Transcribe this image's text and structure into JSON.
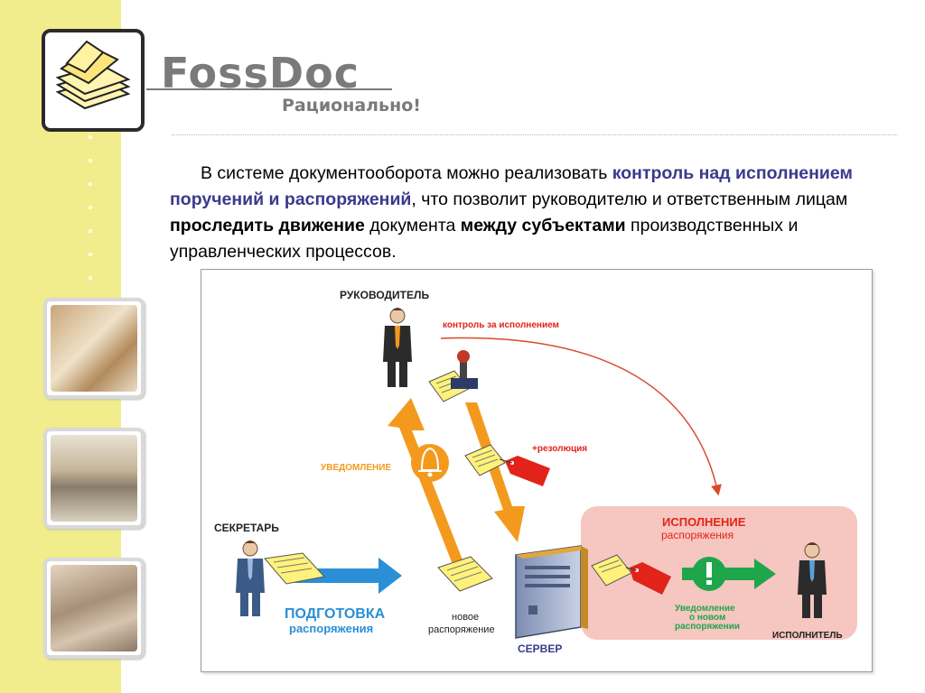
{
  "brand": {
    "name": "FossDoc",
    "slogan": "Рационально!"
  },
  "intro": {
    "p1": "В системе документооборота можно реализовать ",
    "h1": "контроль над исполнением поручений и распоряжений",
    "p2": ", что позволит руководителю и ответственным лицам ",
    "b1": "проследить движение",
    "p3": " документа ",
    "b2": "между субъектами",
    "p4": " производственных и управленческих процессов."
  },
  "diagram": {
    "manager": "РУКОВОДИТЕЛЬ",
    "control": "контроль за исполнением",
    "notice": "УВЕДОМЛЕНИЕ",
    "resolution": "+резолюция",
    "secretary": "СЕКРЕТАРЬ",
    "prep1": "ПОДГОТОВКА",
    "prep2": "распоряжения",
    "new1": "новое",
    "new2": "распоряжение",
    "server": "СЕРВЕР",
    "exec1": "ИСПОЛНЕНИЕ",
    "exec2": "распоряжения",
    "note1": "Уведомление",
    "note2": "о новом",
    "note3": "распоряжении",
    "executor": "ИСПОЛНИТЕЛЬ"
  },
  "icons": [
    "document-stack-icon",
    "person-icon",
    "bell-icon",
    "stamp-icon",
    "tag-icon",
    "server-icon",
    "exclamation-icon"
  ],
  "colors": {
    "sidebar": "#f1ec8c",
    "accent_orange": "#f39a1e",
    "accent_blue": "#2a8fd6",
    "accent_green": "#1fa64b",
    "execution_panel": "#f6c6c0",
    "red_text": "#e2231a",
    "blue_text": "#3a3a8c"
  }
}
